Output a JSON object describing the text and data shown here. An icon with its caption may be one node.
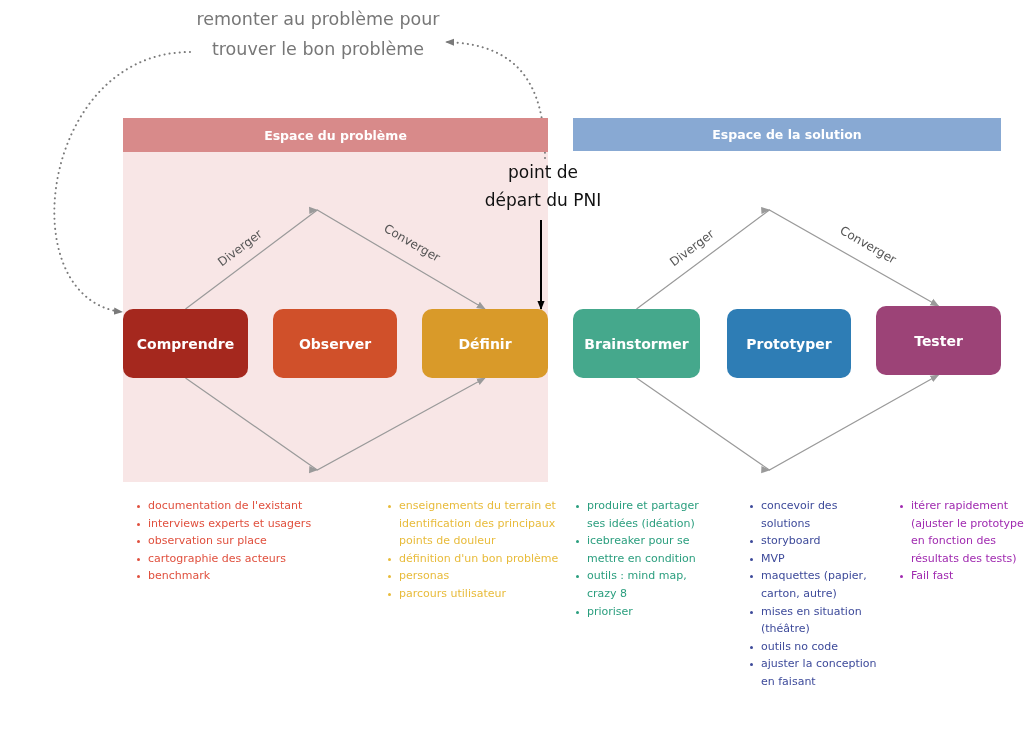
{
  "diagram": {
    "nodes": [
      {
        "text": [
          "Espace du problème"
        ]
      },
      {
        "text": [
          "Comprendre"
        ],
        "in": 0,
        "beside": [
          "documentation de l'existant",
          "interviews experts et usagers",
          "observation sur place",
          "cartographie des acteurs",
          "benchmark"
        ]
      },
      {
        "text": [
          "Observer"
        ],
        "in": 0
      },
      {
        "text": [
          "Définir"
        ],
        "in": 0,
        "beside": [
          "enseignements du terrain et identification des principaux points de douleur",
          "définition d'un bon problème",
          "personas",
          "parcours utilisateur"
        ]
      },
      {
        "text": [
          "Espace de la solution"
        ]
      },
      {
        "text": [
          "Brainstormer"
        ],
        "beside": [
          "produire et partager ses idées (idéation)",
          "icebreaker pour se mettre en condition",
          "outils : mind map, crazy 8",
          "prioriser"
        ]
      },
      {
        "text": [
          "Prototyper"
        ],
        "beside": [
          "concevoir des solutions",
          "storyboard",
          "MVP",
          "maquettes (papier, carton, autre)",
          "mises en situation (théâtre)",
          "outils no code",
          "ajuster la conception en faisant"
        ]
      },
      {
        "text": [
          "Tester"
        ],
        "beside": [
          "itérer rapidement (ajuster le prototype en fonction des résultats des tests)",
          "Fail fast"
        ]
      },
      {
        "text": [
          "remonter au problème pour trouver le bon problème"
        ]
      },
      {
        "text": [
          "point de départ du PNI"
        ]
      }
    ],
    "edges": [
      {
        "from": 1,
        "to": 3,
        "arrow": "to"
      },
      {
        "from": 1,
        "to": 3,
        "arrow": "to"
      },
      {
        "from": 5,
        "to": 7,
        "arrow": "to"
      },
      {
        "from": 5,
        "to": 7,
        "arrow": "to"
      },
      {
        "from": 9,
        "to": 3,
        "arrow": "to",
        "color": "#000000"
      },
      {
        "from": 9,
        "to": 8,
        "arrow": "to",
        "style": "dashed"
      },
      {
        "from": 8,
        "to": 1,
        "arrow": "to",
        "style": "dashed"
      }
    ],
    "labels": [
      "Diverger",
      "Converger",
      "Diverger",
      "Converger"
    ]
  }
}
